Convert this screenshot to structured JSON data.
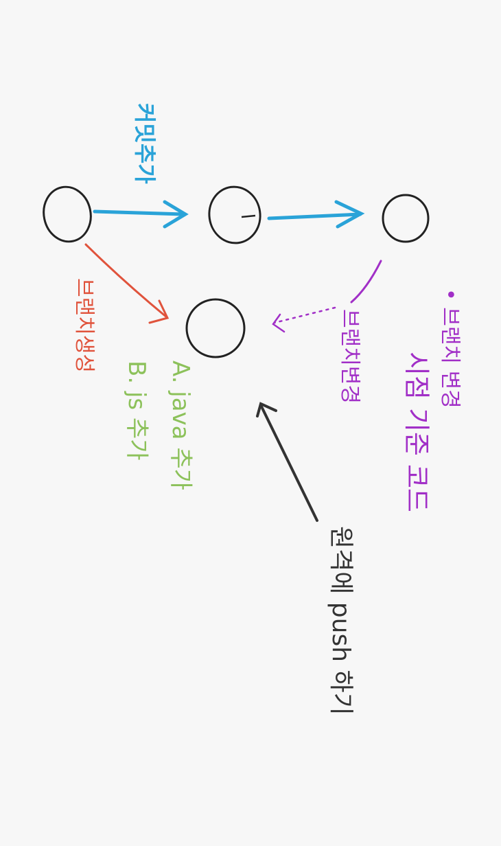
{
  "colors": {
    "background": "#f7f7f7",
    "node_stroke": "#222222",
    "blue": "#2aa3d8",
    "red": "#e0533c",
    "green": "#8cc15a",
    "purple": "#a12fc7",
    "black": "#333333"
  },
  "labels": {
    "blue_top": "커밋추가",
    "red_branch": "브랜치생성",
    "purple_branch": "브랜치변경",
    "green_line1": "A. java 추가",
    "green_line2": "B. js 추가",
    "purple_note_line1": "• 브랜치 변경",
    "purple_note_line2": "시점 기준 코드",
    "black_bottom": "원격에 push 하기"
  }
}
